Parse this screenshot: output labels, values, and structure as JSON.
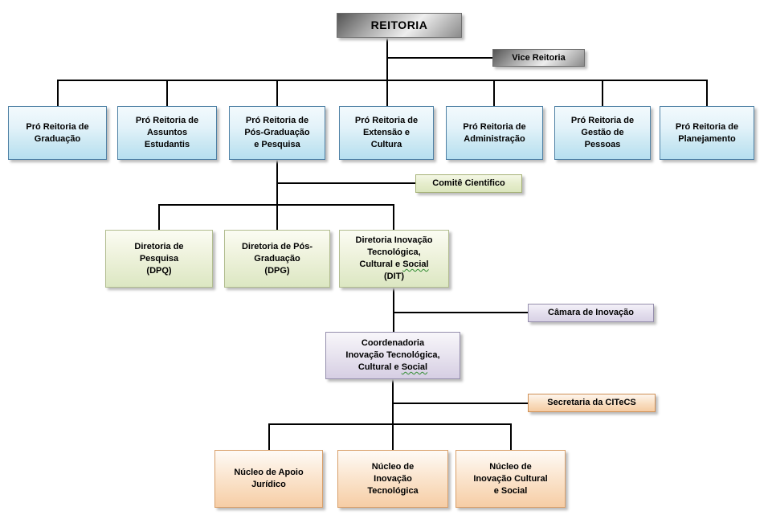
{
  "colors": {
    "connector": "#000000",
    "text": "#000000",
    "metal_gradient_dark": "#545454",
    "metal_gradient_light": "#eeeeee",
    "blue_fill": "#b6dff0",
    "blue_border": "#4f81a5",
    "green_fill": "#dce7c2",
    "green_border": "#b2bd90",
    "purple_fill": "#d6cee3",
    "purple_border": "#968fad",
    "orange_fill": "#f6cda5",
    "orange_border": "#d9a06b",
    "spellcheck_wavy": "#2e8b2e"
  },
  "nodes": {
    "reitoria": {
      "label": "REITORIA"
    },
    "vice_reitoria": {
      "label": "Vice Reitoria"
    },
    "pro_reitorias": [
      {
        "lines": [
          "Pró Reitoria de",
          "Graduação"
        ]
      },
      {
        "lines": [
          "Pró Reitoria de",
          "Assuntos",
          "Estudantis"
        ]
      },
      {
        "lines": [
          "Pró Reitoria de",
          "Pós-Graduação",
          "e Pesquisa"
        ]
      },
      {
        "lines": [
          "Pró Reitoria de",
          "Extensão e",
          "Cultura"
        ]
      },
      {
        "lines": [
          "Pró Reitoria de",
          "Administração"
        ]
      },
      {
        "lines": [
          "Pró Reitoria de",
          "Gestão de",
          "Pessoas"
        ]
      },
      {
        "lines": [
          "Pró Reitoria de",
          "Planejamento"
        ]
      }
    ],
    "comite_cientifico": {
      "label": "Comitê Cientifico"
    },
    "diretoria_pesquisa": {
      "lines": [
        "Diretoria de",
        "Pesquisa",
        "(DPQ)"
      ]
    },
    "diretoria_pos_graduacao": {
      "lines": [
        "Diretoria de Pós-",
        "Graduação",
        "(DPG)"
      ]
    },
    "diretoria_dit": {
      "lines_top": [
        "Diretoria Inovação",
        "Tecnológica,"
      ],
      "cultural": "Cultural e",
      "social": "Social",
      "code": "(DIT)"
    },
    "camara_inovacao": {
      "label": "Câmara de Inovação"
    },
    "coordenadoria": {
      "lines_top": [
        "Coordenadoria",
        "Inovação Tecnológica,"
      ],
      "cultural": "Cultural e",
      "social": "Social"
    },
    "secretaria_citecs": {
      "label": "Secretaria da CITeCS"
    },
    "nucleos": [
      {
        "lines": [
          "Núcleo de Apoio",
          "Jurídico"
        ]
      },
      {
        "lines": [
          "Núcleo de",
          "Inovação",
          "Tecnológica"
        ]
      },
      {
        "lines": [
          "Núcleo de",
          "Inovação Cultural",
          "e Social"
        ]
      }
    ]
  }
}
